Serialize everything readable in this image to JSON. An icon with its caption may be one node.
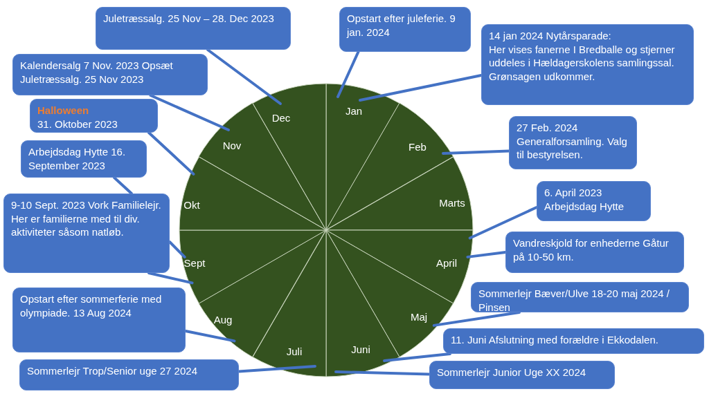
{
  "diagram": {
    "nodes": [
      {
        "text": [
          "Juletræssalg. 25 Nov – 28. Dec 2023"
        ]
      },
      {
        "text": [
          "Opstart efter juleferie. 9 jan. 2024"
        ]
      },
      {
        "text": [
          "14 jan 2024 Nytårsparade:",
          "Her vises fanerne I Bredballe og stjerner uddeles i Hældagerskolens samlingssal. Grønsagen udkommer."
        ]
      },
      {
        "text": [
          "Kalendersalg 7 Nov. 2023 Opsæt Juletræssalg. 25 Nov 2023"
        ]
      },
      {
        "text": [
          "Halloween",
          "31. Oktober 2023"
        ]
      },
      {
        "text": [
          "27 Feb. 2024 Generalforsamling. Valg til bestyrelsen."
        ]
      },
      {
        "text": [
          "Arbejdsdag Hytte 16. September 2023"
        ]
      },
      {
        "text": [
          "6. April 2023 Arbejdsdag Hytte"
        ]
      },
      {
        "text": [
          "9-10 Sept. 2023 Vork Familielejr. Her er familierne med til div. aktiviteter såsom natløb."
        ]
      },
      {
        "text": [
          "Vandreskjold for enhederne Gåtur på 10-50 km."
        ]
      },
      {
        "text": [
          "Sommerlejr Bæver/Ulve 18-20 maj 2024 / Pinsen"
        ]
      },
      {
        "text": [
          "Opstart efter sommerferie med olympiade. 13 Aug 2024"
        ]
      },
      {
        "text": [
          "11. Juni Afslutning med forældre i Ekkodalen."
        ]
      },
      {
        "text": [
          "Sommerlejr Trop/Senior uge 27 2024"
        ]
      },
      {
        "text": [
          "Sommerlejr Junior Uge XX 2024"
        ]
      },
      {
        "text": [
          "Jan"
        ]
      },
      {
        "text": [
          "Feb"
        ]
      },
      {
        "text": [
          "Marts"
        ]
      },
      {
        "text": [
          "April"
        ]
      },
      {
        "text": [
          "Maj"
        ]
      },
      {
        "text": [
          "Juni"
        ]
      },
      {
        "text": [
          "Juli"
        ]
      },
      {
        "text": [
          "Aug"
        ]
      },
      {
        "text": [
          "Sept"
        ]
      },
      {
        "text": [
          "Okt"
        ]
      },
      {
        "text": [
          "Nov"
        ]
      },
      {
        "text": [
          "Dec"
        ]
      }
    ],
    "edges": [
      {
        "from": 0,
        "to": 26,
        "arrow": "none"
      },
      {
        "from": 1,
        "to": 15,
        "arrow": "none"
      },
      {
        "from": 2,
        "to": 15,
        "arrow": "none"
      },
      {
        "from": 3,
        "to": 25,
        "arrow": "none"
      },
      {
        "from": 4,
        "to": 24,
        "arrow": "none"
      },
      {
        "from": 5,
        "to": 16,
        "arrow": "none"
      },
      {
        "from": 6,
        "to": 8,
        "arrow": "none"
      },
      {
        "from": 7,
        "to": 18,
        "arrow": "none"
      },
      {
        "from": 8,
        "to": 23,
        "arrow": "none"
      },
      {
        "from": 8,
        "to": 23,
        "arrow": "none"
      },
      {
        "from": 9,
        "to": 18,
        "arrow": "none"
      },
      {
        "from": 10,
        "to": 19,
        "arrow": "none"
      },
      {
        "from": 11,
        "to": 22,
        "arrow": "none"
      },
      {
        "from": 12,
        "to": 20,
        "arrow": "none"
      },
      {
        "from": 13,
        "to": 21,
        "arrow": "none"
      },
      {
        "from": 14,
        "to": 20,
        "arrow": "none"
      }
    ]
  }
}
